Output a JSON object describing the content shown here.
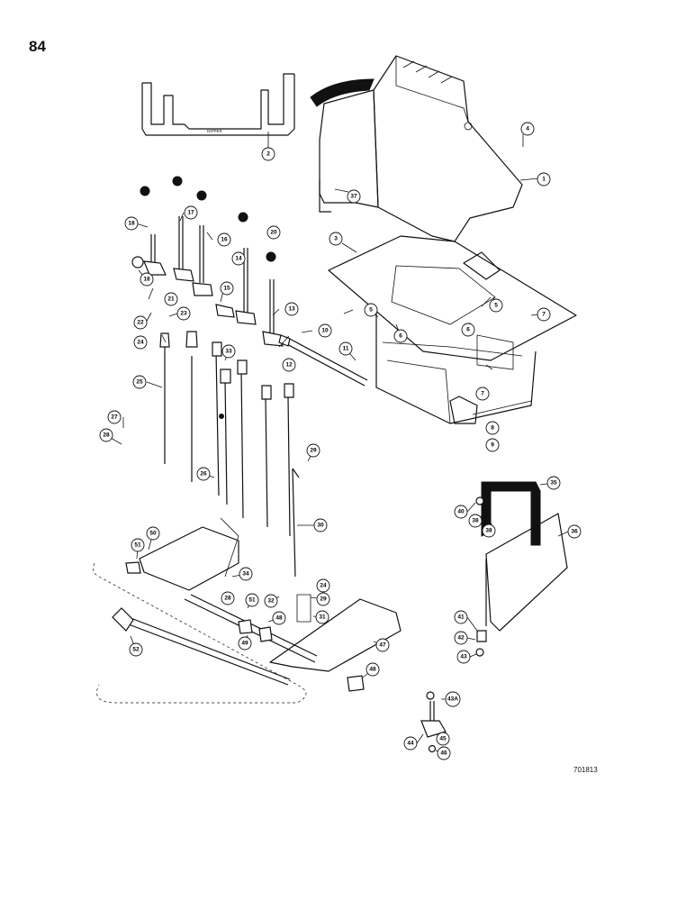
{
  "page_number": "84",
  "drawing_code": "701813",
  "decal_label": "DIPPER",
  "callouts": [
    {
      "id": "c1",
      "label": "1"
    },
    {
      "id": "c2",
      "label": "2"
    },
    {
      "id": "c3",
      "label": "3"
    },
    {
      "id": "c4",
      "label": "4"
    },
    {
      "id": "c5a",
      "label": "5"
    },
    {
      "id": "c5b",
      "label": "5"
    },
    {
      "id": "c6a",
      "label": "6"
    },
    {
      "id": "c6b",
      "label": "6"
    },
    {
      "id": "c7a",
      "label": "7"
    },
    {
      "id": "c7b",
      "label": "7"
    },
    {
      "id": "c8",
      "label": "8"
    },
    {
      "id": "c9",
      "label": "9"
    },
    {
      "id": "c10",
      "label": "10"
    },
    {
      "id": "c11",
      "label": "11"
    },
    {
      "id": "c12",
      "label": "12"
    },
    {
      "id": "c13",
      "label": "13"
    },
    {
      "id": "c14",
      "label": "14"
    },
    {
      "id": "c15",
      "label": "15"
    },
    {
      "id": "c16",
      "label": "16"
    },
    {
      "id": "c17",
      "label": "17"
    },
    {
      "id": "c18a",
      "label": "18"
    },
    {
      "id": "c18b",
      "label": "18"
    },
    {
      "id": "c20",
      "label": "20"
    },
    {
      "id": "c21",
      "label": "21"
    },
    {
      "id": "c22",
      "label": "22"
    },
    {
      "id": "c23",
      "label": "23"
    },
    {
      "id": "c24a",
      "label": "24"
    },
    {
      "id": "c24b",
      "label": "24"
    },
    {
      "id": "c25",
      "label": "25"
    },
    {
      "id": "c26",
      "label": "26"
    },
    {
      "id": "c27",
      "label": "27"
    },
    {
      "id": "c28",
      "label": "28"
    },
    {
      "id": "c29a",
      "label": "29"
    },
    {
      "id": "c29b",
      "label": "29"
    },
    {
      "id": "c30",
      "label": "30"
    },
    {
      "id": "c31",
      "label": "31"
    },
    {
      "id": "c32",
      "label": "32"
    },
    {
      "id": "c33",
      "label": "33"
    },
    {
      "id": "c34",
      "label": "34"
    },
    {
      "id": "c35",
      "label": "35"
    },
    {
      "id": "c36",
      "label": "36"
    },
    {
      "id": "c37",
      "label": "37"
    },
    {
      "id": "c38a",
      "label": "38"
    },
    {
      "id": "c38b",
      "label": "38"
    },
    {
      "id": "c40",
      "label": "40"
    },
    {
      "id": "c41",
      "label": "41"
    },
    {
      "id": "c42",
      "label": "42"
    },
    {
      "id": "c43",
      "label": "43"
    },
    {
      "id": "c43a",
      "label": "43A"
    },
    {
      "id": "c44",
      "label": "44"
    },
    {
      "id": "c45",
      "label": "45"
    },
    {
      "id": "c46",
      "label": "46"
    },
    {
      "id": "c47",
      "label": "47"
    },
    {
      "id": "c48a",
      "label": "48"
    },
    {
      "id": "c48b",
      "label": "48"
    },
    {
      "id": "c49",
      "label": "49"
    },
    {
      "id": "c50",
      "label": "50"
    },
    {
      "id": "c51a",
      "label": "51"
    },
    {
      "id": "c51b",
      "label": "51"
    },
    {
      "id": "c52",
      "label": "52"
    },
    {
      "id": "c28b",
      "label": "28"
    }
  ]
}
